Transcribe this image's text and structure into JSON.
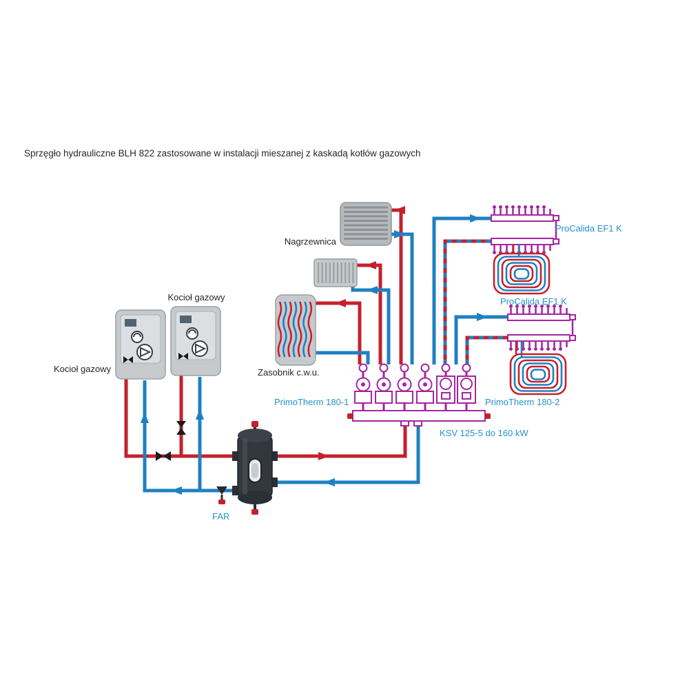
{
  "title": "Sprzęgło hydrauliczne BLH 822 zastosowane w instalacji mieszanej z kaskadą kotłów gazowych",
  "components": {
    "boiler_top": {
      "label": "Kocioł gazowy"
    },
    "boiler_left": {
      "label": "Kocioł gazowy"
    },
    "heater": {
      "label": "Nagrzewnica"
    },
    "dhw_tank": {
      "label": "Zasobnik c.w.u."
    },
    "filter": {
      "label": "FAR"
    },
    "manifold_1": {
      "label": "PrimoTherm 180-1"
    },
    "manifold_2": {
      "label": "PrimoTherm 180-2"
    },
    "cascade": {
      "label": "KSV 125-5 do 160 kW"
    },
    "floor_manifold_top": {
      "label": "ProCalida EF1 K"
    },
    "floor_manifold_mid": {
      "label": "ProCalida EF1 K"
    }
  },
  "colors": {
    "supply": "#c5202e",
    "return": "#1f80c1",
    "manifold": "#a5259e",
    "label_accent": "#2492cc",
    "text": "#262626",
    "equipment_gray": "#c6cacd"
  }
}
